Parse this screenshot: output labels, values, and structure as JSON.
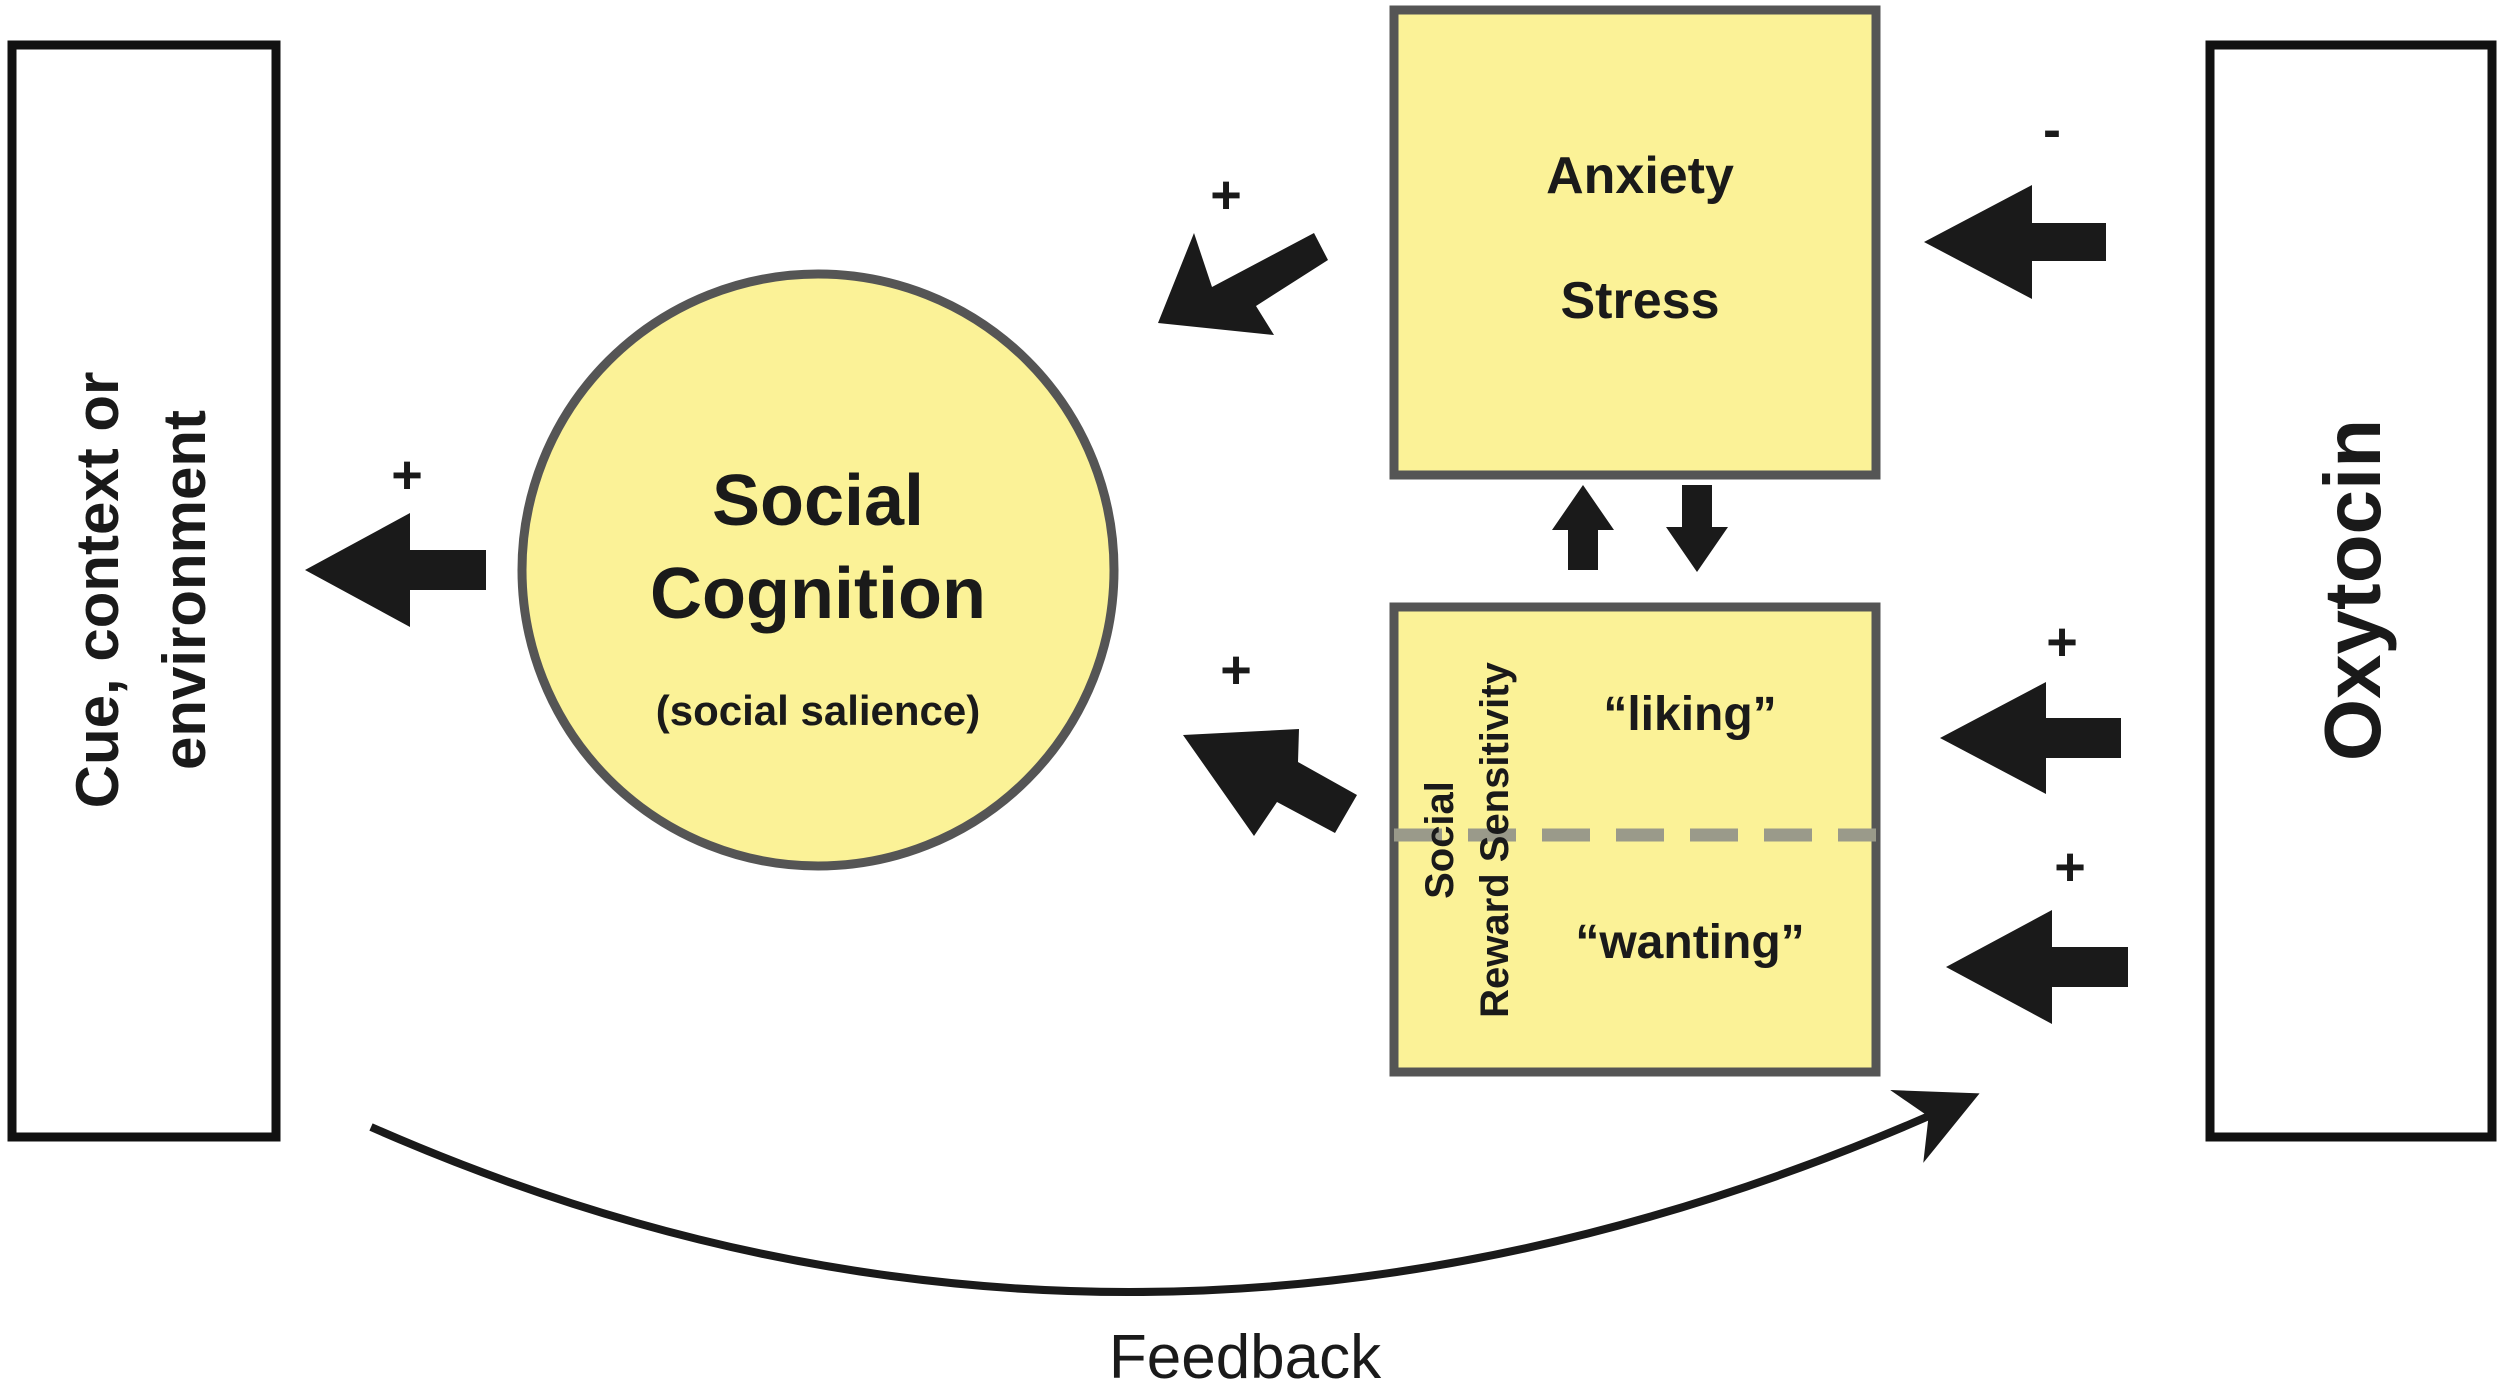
{
  "left_box": {
    "label_line1": "Cue, context or",
    "label_line2": "environment"
  },
  "right_box": {
    "label": "Oxytocin"
  },
  "social_cognition": {
    "line1": "Social",
    "line2": "Cognition",
    "sub": "(social salience)"
  },
  "anxiety_box": {
    "line1": "Anxiety",
    "line2": "Stress"
  },
  "reward_box": {
    "side_line1": "Social",
    "side_line2": "Reward Sensitivity",
    "upper": "“liking”",
    "lower": "“wanting”"
  },
  "signs": {
    "oxytocin_to_anxiety": "-",
    "oxytocin_to_liking": "+",
    "oxytocin_to_wanting": "+",
    "anxiety_to_cognition": "+",
    "reward_to_cognition": "+",
    "cognition_to_cue": "+"
  },
  "feedback_label": "Feedback",
  "colors": {
    "fill_yellow": "#fbf297",
    "border_gray": "#555555",
    "arrow_black": "#1a1a1a",
    "dash_gray": "#9a9a8a"
  }
}
